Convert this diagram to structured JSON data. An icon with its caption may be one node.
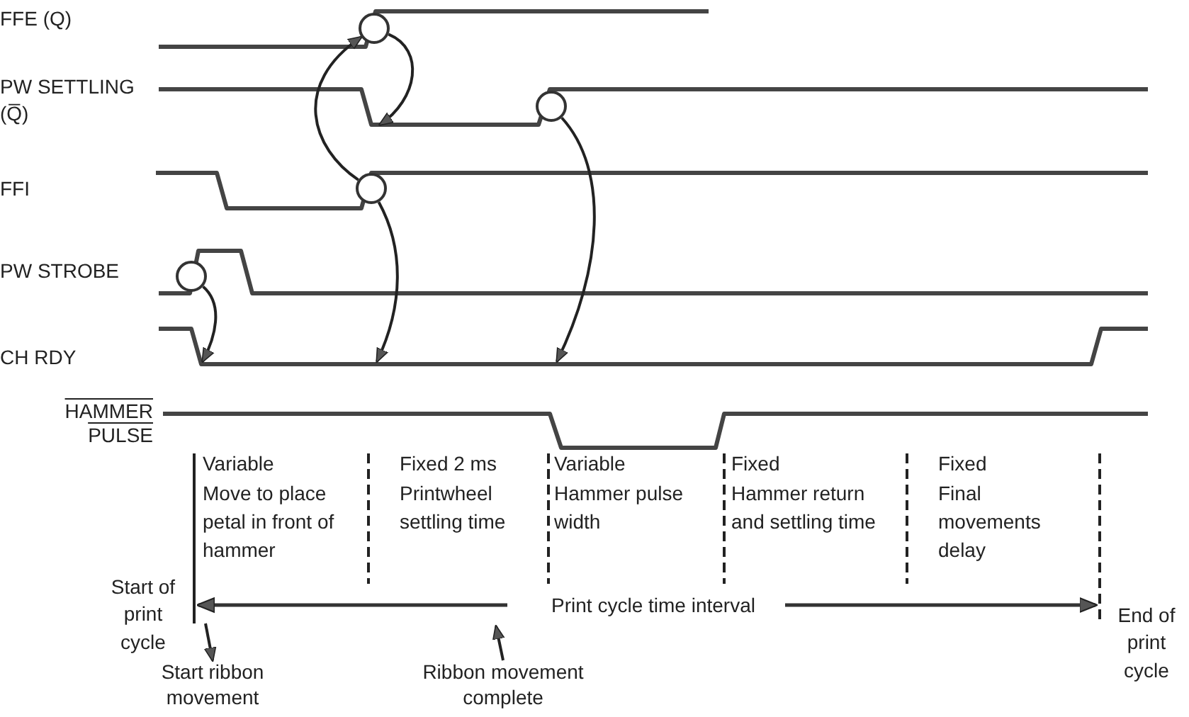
{
  "diagram": {
    "nodes": [
      {
        "text": [],
        "shape": "circle"
      },
      {
        "text": [],
        "shape": "circle"
      },
      {
        "text": [],
        "shape": "circle"
      },
      {
        "text": [],
        "shape": "circle"
      },
      {
        "text": [
          "Start ribbon movement"
        ]
      },
      {
        "text": [
          "Ribbon movement complete"
        ]
      }
    ],
    "edges": [
      {
        "from": 0,
        "to": null,
        "arrow": "to"
      },
      {
        "from": 2,
        "to": 0,
        "arrow": "to"
      },
      {
        "from": 2,
        "to": null,
        "arrow": "to"
      },
      {
        "from": 1,
        "to": null,
        "arrow": "to"
      },
      {
        "from": 3,
        "to": null,
        "arrow": "to"
      },
      {
        "from": null,
        "to": 4,
        "arrow": "to"
      },
      {
        "from": 5,
        "to": null,
        "arrow": "to"
      }
    ],
    "labels": [
      "FFE (Q)",
      "PW SETTLING (Q̅)",
      "FFI",
      "PW STROBE",
      "CH RDY",
      "HAMMER PULSE",
      "Variable",
      "Move to place petal in front of hammer",
      "Fixed 2 ms",
      "Printwheel settling time",
      "Variable",
      "Hammer pulse width",
      "Fixed",
      "Hammer return and settling time",
      "Fixed",
      "Final movements delay",
      "Start of print cycle",
      "Print cycle time interval",
      "End of print cycle"
    ]
  }
}
